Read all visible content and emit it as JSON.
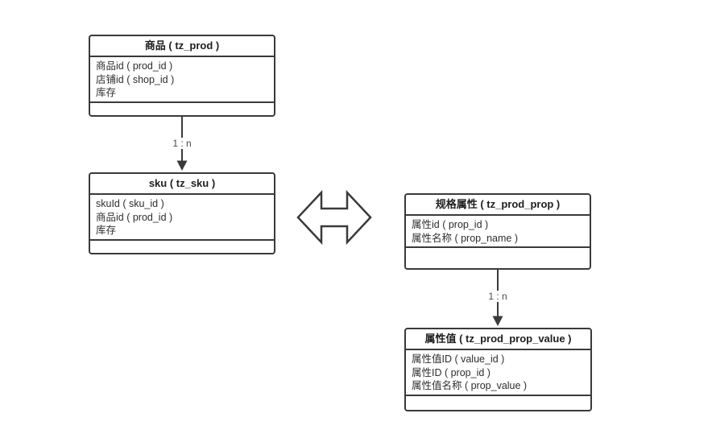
{
  "diagram": {
    "background": "#ffffff",
    "stroke_color": "#3a3a3a",
    "text_color": "#2e2e2e",
    "entities": [
      {
        "id": "prod",
        "title": "商品 ( tz_prod )",
        "fields": [
          "商品id ( prod_id )",
          "店铺id ( shop_id )",
          "库存"
        ]
      },
      {
        "id": "sku",
        "title": "sku ( tz_sku )",
        "fields": [
          "skuId ( sku_id )",
          "商品id ( prod_id )",
          "库存"
        ]
      },
      {
        "id": "prop",
        "title": "规格属性 ( tz_prod_prop )",
        "fields": [
          "属性id ( prop_id )",
          "属性名称 ( prop_name )"
        ]
      },
      {
        "id": "value",
        "title": "属性值 ( tz_prod_prop_value )",
        "fields": [
          "属性值ID ( value_id )",
          "属性ID ( prop_id )",
          "属性值名称 ( prop_value )"
        ]
      }
    ],
    "connectors": [
      {
        "from": "prod",
        "to": "sku",
        "label": "1 : n",
        "style": "arrow-down"
      },
      {
        "from": "prop",
        "to": "value",
        "label": "1 : n",
        "style": "arrow-down"
      },
      {
        "from": "sku",
        "to": "prop",
        "label": "",
        "style": "double-horizontal-arrow"
      }
    ]
  }
}
